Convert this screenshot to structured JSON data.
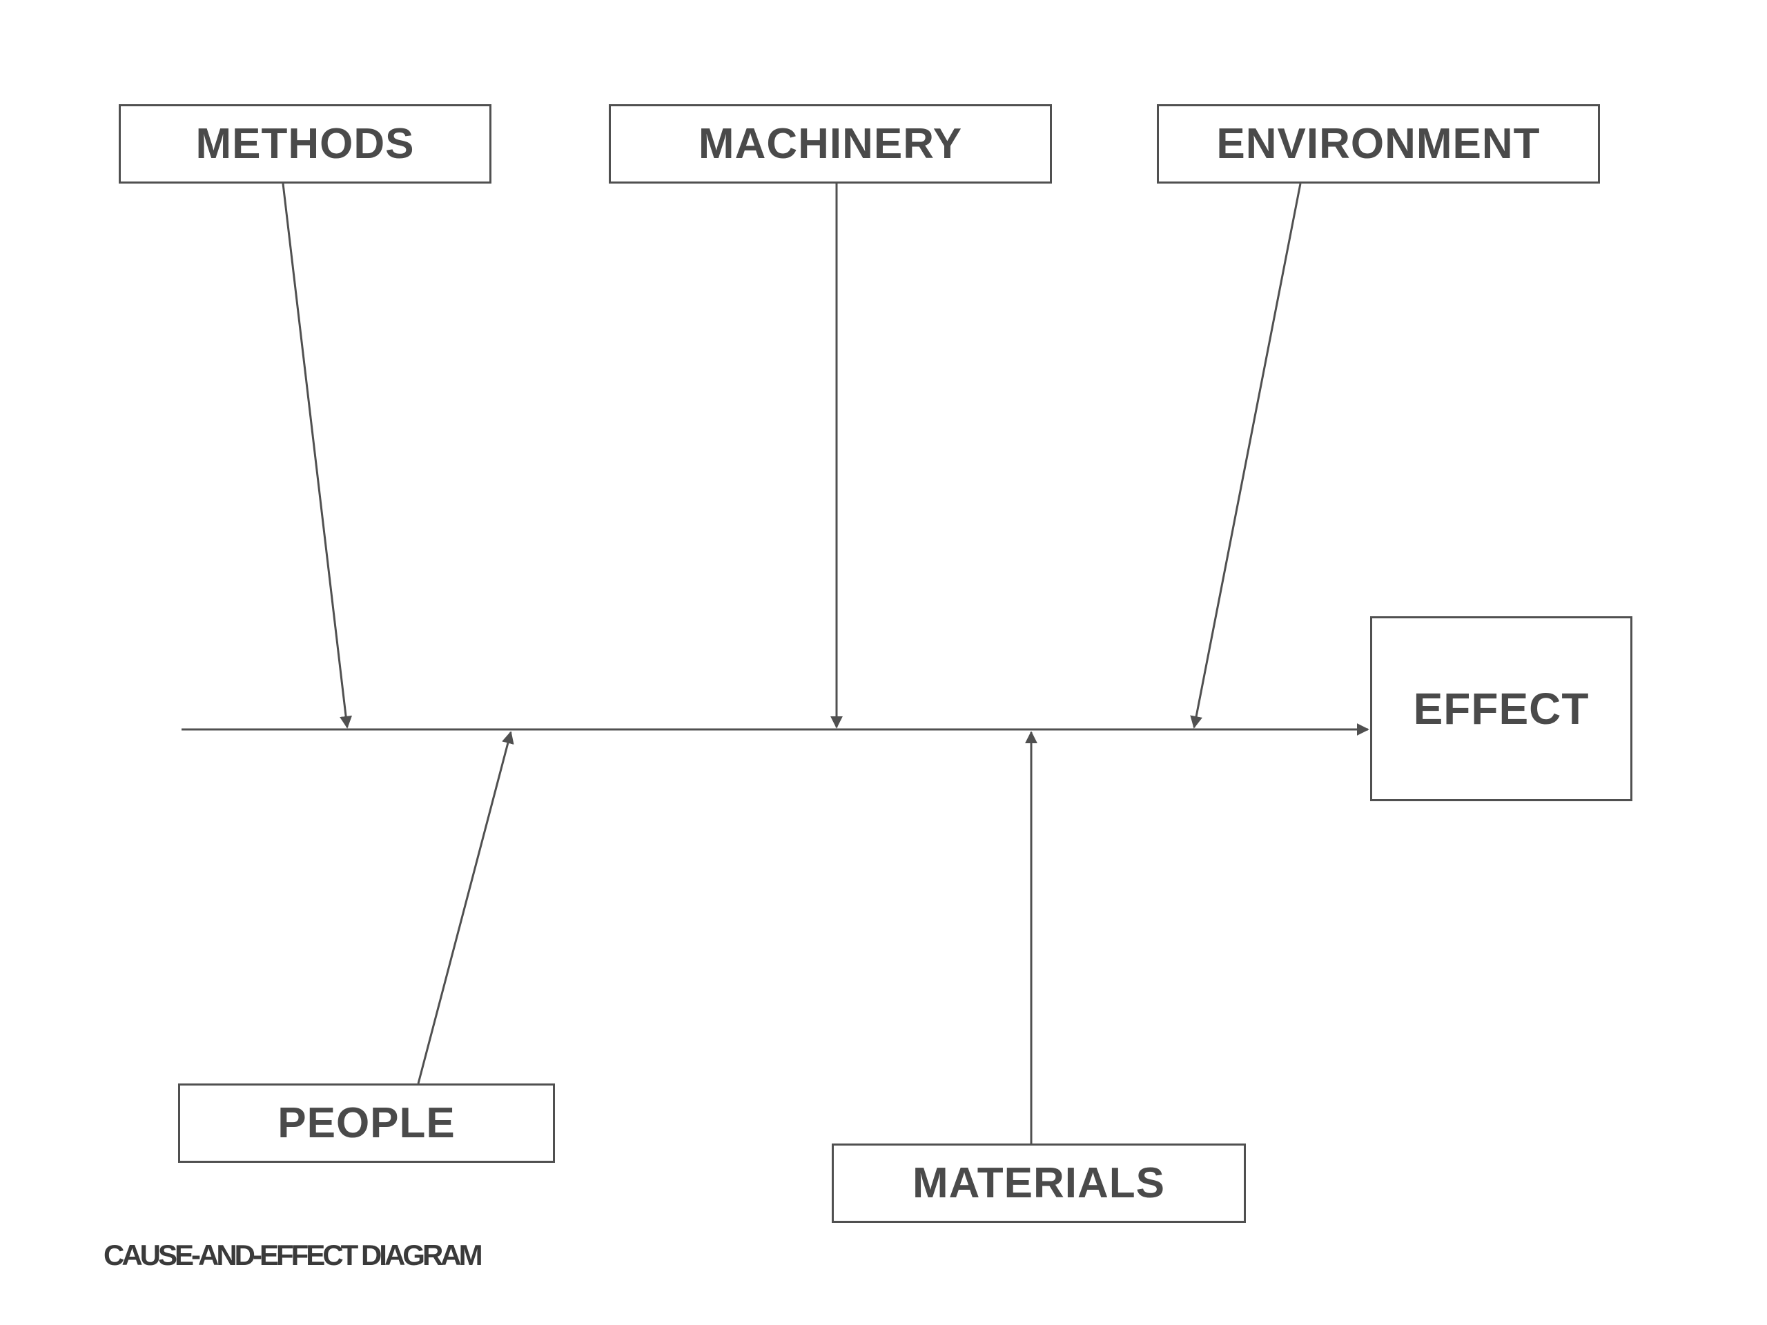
{
  "diagram": {
    "causes": {
      "methods": "METHODS",
      "machinery": "MACHINERY",
      "environment": "ENVIRONMENT",
      "people": "PEOPLE",
      "materials": "MATERIALS"
    },
    "effect": "EFFECT",
    "caption": "CAUSE-AND-EFFECT DIAGRAM",
    "line_color": "#505050",
    "text_color": "#4a4a4a"
  }
}
